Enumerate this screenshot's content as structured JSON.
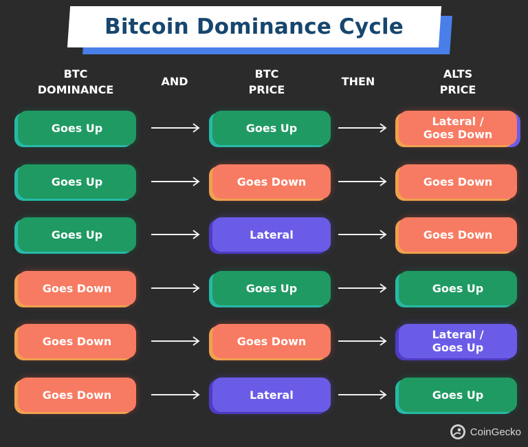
{
  "title": "Bitcoin Dominance Cycle",
  "headers": {
    "btc_dominance": "BTC\nDOMINANCE",
    "and": "AND",
    "btc_price": "BTC\nPRICE",
    "then": "THEN",
    "alts_price": "ALTS\nPRICE"
  },
  "rows": [
    {
      "dominance": "Goes Up",
      "dominance_color": "green",
      "price": "Goes Up",
      "price_color": "green",
      "alts": "Lateral /\nGoes Down",
      "alts_color": "orange-purple"
    },
    {
      "dominance": "Goes Up",
      "dominance_color": "green",
      "price": "Goes  Down",
      "price_color": "orange",
      "alts": "Goes  Down",
      "alts_color": "orange"
    },
    {
      "dominance": "Goes Up",
      "dominance_color": "green",
      "price": "Lateral",
      "price_color": "purple",
      "alts": "Goes  Down",
      "alts_color": "orange"
    },
    {
      "dominance": "Goes  Down",
      "dominance_color": "orange",
      "price": "Goes Up",
      "price_color": "green",
      "alts": "Goes Up",
      "alts_color": "green"
    },
    {
      "dominance": "Goes  Down",
      "dominance_color": "orange",
      "price": "Goes  Down",
      "price_color": "orange",
      "alts": "Lateral /\nGoes Up",
      "alts_color": "purple"
    },
    {
      "dominance": "Goes  Down",
      "dominance_color": "orange",
      "price": "Lateral",
      "price_color": "purple",
      "alts": "Goes Up",
      "alts_color": "green"
    }
  ],
  "brand": {
    "name": "CoinGecko",
    "icon": "coingecko-logo-icon"
  },
  "colors": {
    "background": "#2b2b2c",
    "green": "#1f9a63",
    "orange": "#f77b62",
    "purple": "#6b5ce7",
    "title_text": "#17466e",
    "title_accent": "#4a7ee8"
  }
}
